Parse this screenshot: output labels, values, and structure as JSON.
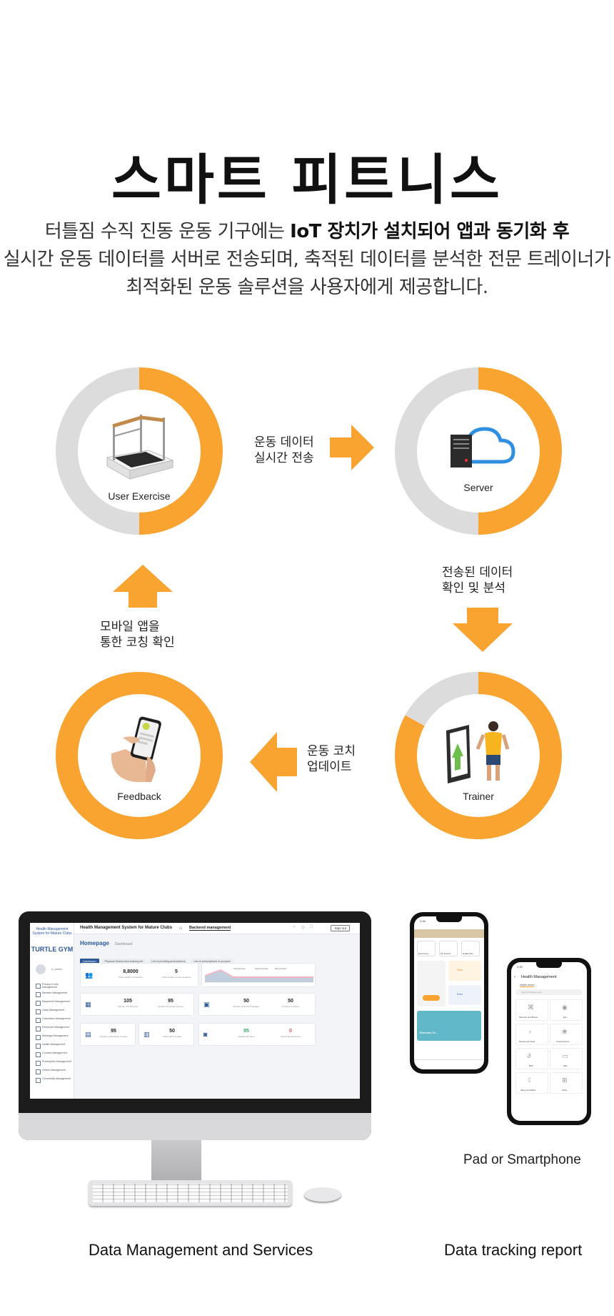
{
  "title": "스마트 피트니스",
  "intro": {
    "line1_normal": "터틀짐 수직 진동 운동 기구에는 ",
    "line1_bold": "IoT 장치가 설치되어 앱과 동기화 후",
    "line2": "실시간 운동 데이터를 서버로 전송되며, 축적된 데이터를 분석한 전문 트레이너가",
    "line3": "최적화된 운동 솔루션을 사용자에게 제공합니다."
  },
  "cycle": {
    "nodes": [
      {
        "label": "User Exercise",
        "ring_fill_fraction": 0.5
      },
      {
        "label": "Server",
        "ring_fill_fraction": 0.5
      },
      {
        "label": "Trainer",
        "ring_fill_fraction": 0.83
      },
      {
        "label": "Feedback",
        "ring_fill_fraction": 1.0
      }
    ],
    "steps": [
      {
        "line1": "운동 데이터",
        "line2": "실시간 전송"
      },
      {
        "line1": "전송된 데이터",
        "line2": "확인 및 분석"
      },
      {
        "line1": "운동 코치",
        "line2": "업데이트"
      },
      {
        "line1": "모바일 앱을",
        "line2": "통한 코칭 확인"
      }
    ]
  },
  "colors": {
    "accent": "#f9a330",
    "ring_gray": "#dcdcdc",
    "brand_blue": "#2b5797"
  },
  "dashboard": {
    "sidebar_brand": "Health Management System for Mature Clubs",
    "gym_name": "TURTLE GYM",
    "admin": "a_admin",
    "menu": [
      "Privacy & sets Management",
      "Member Management",
      "Equipment Management",
      "Class Management",
      "Calculation Management",
      "Personnel Management",
      "Message Management",
      "Health Management",
      "Courses Management",
      "Prescription Management",
      "Orders Management",
      "Community Management"
    ],
    "app_title": "Health Management System for Mature Clubs",
    "backend_tab": "Backend management",
    "signout": "Sign out",
    "breadcrumb": "Homepage",
    "breadcrumb_sub": "Dashboard",
    "tabs": [
      "Dashboard",
      "Physical fitness tech training list",
      "List of pending prescriptions",
      "List of prescriptions in process"
    ],
    "stats": [
      {
        "value": "8,8000",
        "label": "Total number of members"
      },
      {
        "value": "5",
        "label": "Total number of new members"
      },
      {
        "value": "105",
        "label": "Number of instructors"
      },
      {
        "value": "95",
        "label": "Number of storage devices"
      },
      {
        "value": "50",
        "label": "Number of formal managers"
      },
      {
        "value": "50",
        "label": "Number of visitors"
      },
      {
        "value": "95",
        "label": "Number of all activity courses"
      },
      {
        "value": "50",
        "label": "Total orders to date"
      },
      {
        "value": "95",
        "label": "Registered users"
      },
      {
        "value": "0",
        "label": "Abnormal equipment"
      }
    ],
    "legend": [
      "Active devices",
      "Inactive devices",
      "New members"
    ]
  },
  "phone_back": {
    "time": "3:38",
    "tiles": [
      "Exercise g...",
      "My Televis...",
      "Health Mor..."
    ],
    "cards": [
      "Pres",
      "Exer"
    ],
    "banner": "Exercise Cl..."
  },
  "phone_front": {
    "time": "3:35",
    "header": "Health Management",
    "subtab": "Health record",
    "search_placeholder": "Search disease name",
    "grid": [
      "Muscles and Bones",
      "Eye",
      "Mouth and Teeth",
      "Overall Nerve",
      "ENT",
      "Skin",
      "Sleep and Mind",
      "Other"
    ]
  },
  "captions": {
    "device": "Pad or Smartphone",
    "left": "Data Management and Services",
    "right": "Data tracking report"
  }
}
